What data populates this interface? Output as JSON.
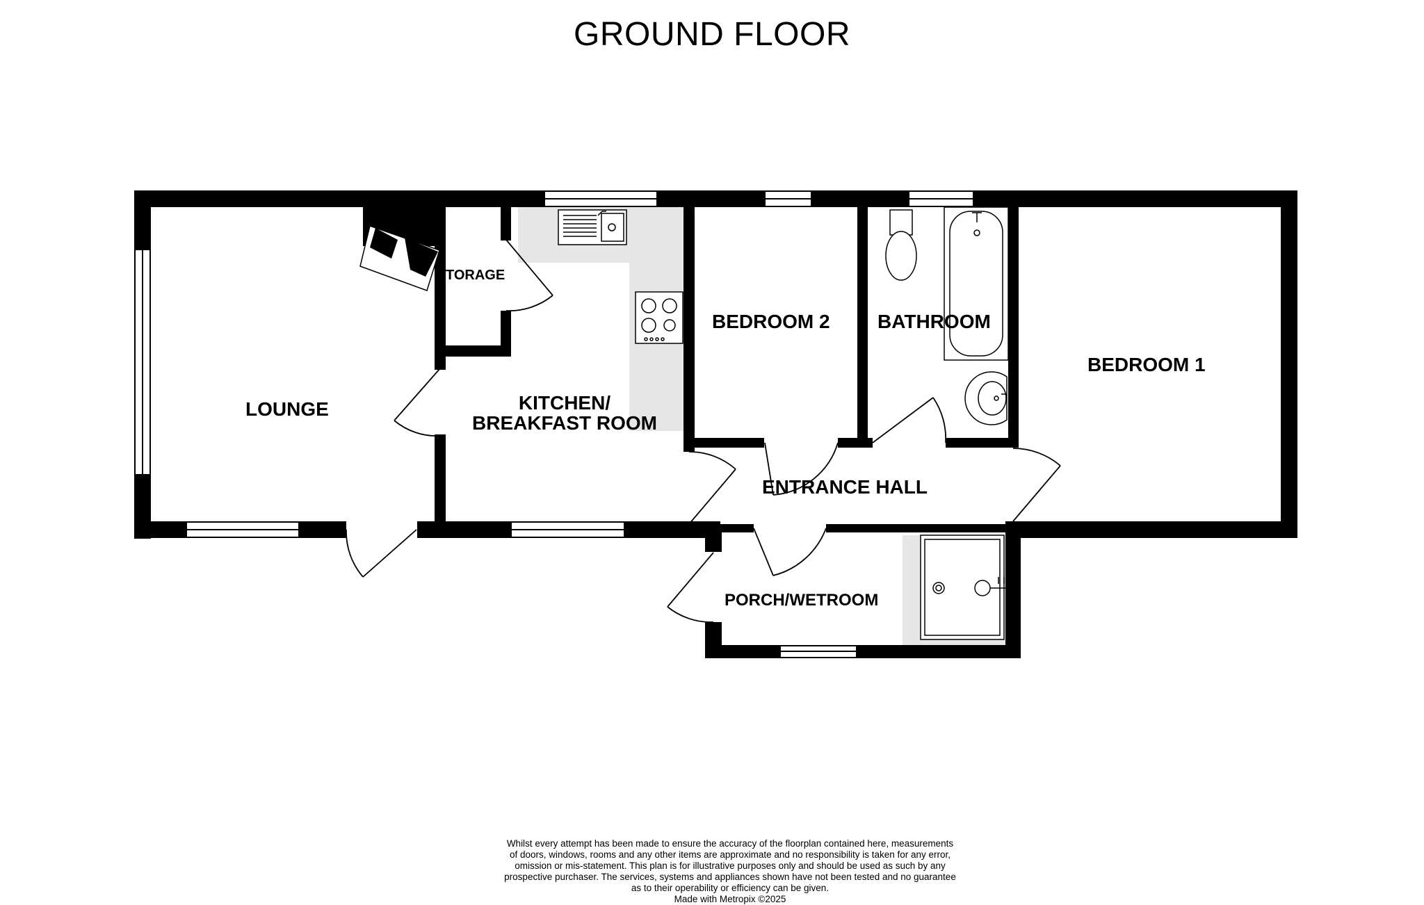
{
  "title": "GROUND FLOOR",
  "rooms": {
    "lounge": "LOUNGE",
    "storage": "TORAGE",
    "kitchen_line1": "KITCHEN/",
    "kitchen_line2": "BREAKFAST ROOM",
    "bedroom2": "BEDROOM 2",
    "bathroom": "BATHROOM",
    "bedroom1": "BEDROOM 1",
    "entrance_hall": "ENTRANCE HALL",
    "porch": "PORCH/WETROOM"
  },
  "disclaimer": {
    "lines": [
      "Whilst every attempt has been made to ensure the accuracy of the floorplan contained here, measurements",
      "of doors, windows, rooms and any other items are approximate and no responsibility is taken for any error,",
      "omission or mis-statement. This plan is for illustrative purposes only and should be used as such by any",
      "prospective purchaser. The services, systems and appliances shown have not been tested and no guarantee",
      "as to their operability or efficiency can be given."
    ],
    "credit": "Made with Metropix ©2025"
  },
  "colors": {
    "wall": "#000000",
    "fitted_area": "#e6e6e6",
    "background": "#ffffff"
  }
}
